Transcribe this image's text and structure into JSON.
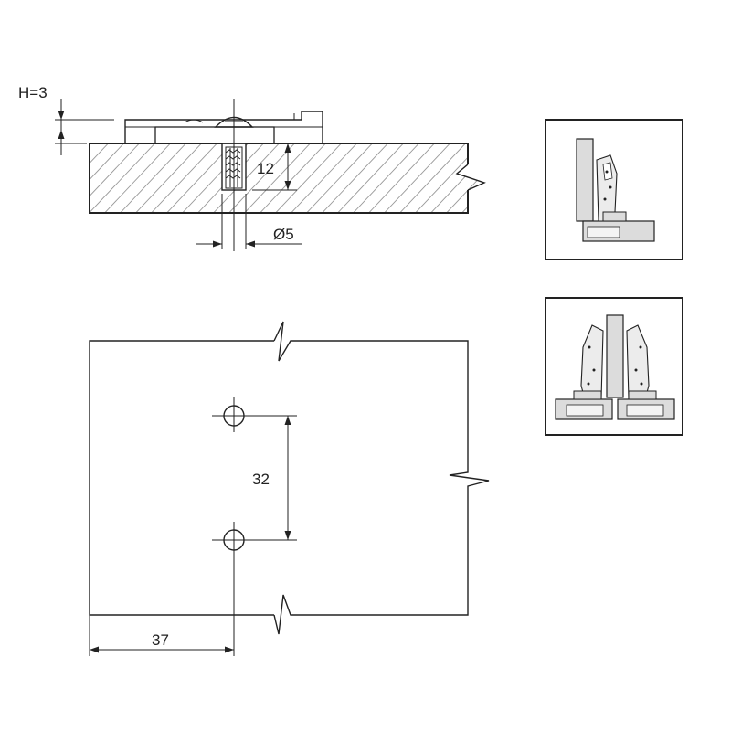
{
  "section_view": {
    "h_label": "H=3",
    "depth_label": "12",
    "diameter_label": "Ø5"
  },
  "plan_view": {
    "spacing_label": "32",
    "edge_distance_label": "37"
  },
  "thumbnails": [
    {
      "icon": "single-hinge-icon"
    },
    {
      "icon": "double-hinge-icon"
    }
  ]
}
